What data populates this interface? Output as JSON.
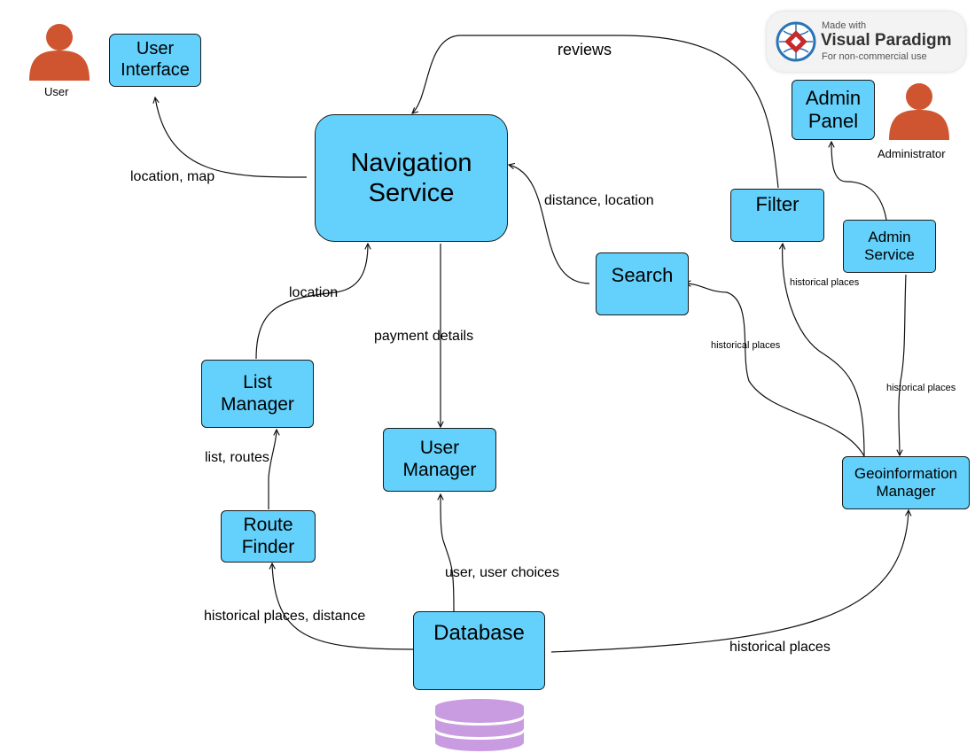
{
  "actors": {
    "user": "User",
    "administrator": "Administrator"
  },
  "watermark": {
    "line1": "Made with",
    "line2": "Visual Paradigm",
    "line3": "For non-commercial use"
  },
  "nodes": {
    "user_interface": "User Interface",
    "navigation_service": "Navigation Service",
    "admin_panel": "Admin Panel",
    "filter": "Filter",
    "admin_service": "Admin Service",
    "search": "Search",
    "list_manager": "List Manager",
    "user_manager": "User Manager",
    "geoinformation_manager": "Geoinformation Manager",
    "route_finder": "Route Finder",
    "database": "Database"
  },
  "edge_labels": {
    "reviews": "reviews",
    "location_map": "location, map",
    "distance_location": "distance, location",
    "location": "location",
    "payment_details": "payment details",
    "list_routes": "list, routes",
    "historical_places_filter": "historical places",
    "historical_places_search": "historical places",
    "historical_places_admin": "historical places",
    "user_choices": "user, user choices",
    "historical_places_distance": "historical places, distance",
    "historical_places_db": "historical places"
  },
  "colors": {
    "node_fill": "#63d1fb",
    "actor": "#cf5530",
    "database_icon": "#c99be0",
    "watermark_red": "#c62a2a",
    "watermark_blue": "#2a74b8"
  }
}
